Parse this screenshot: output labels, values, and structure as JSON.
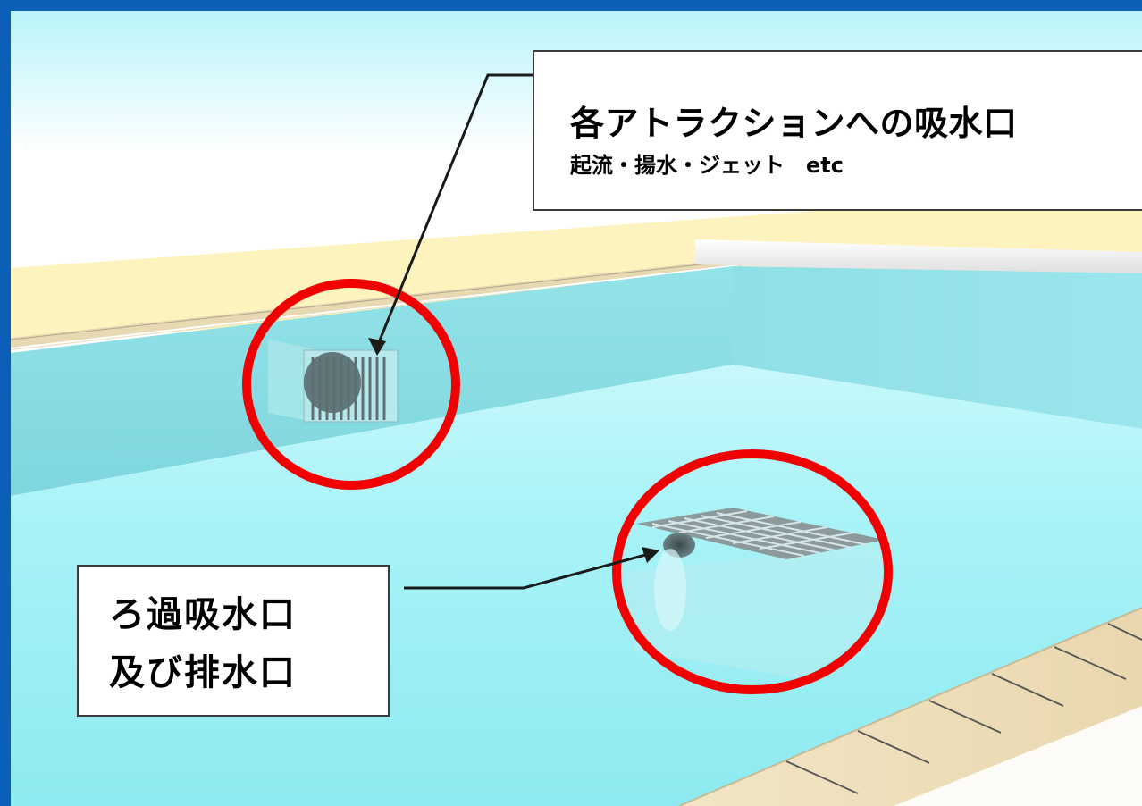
{
  "colors": {
    "frame": "#0b5fb6",
    "wall_top": "#fdf7c8",
    "water": "#a6f4f8",
    "pool_wall": "#86dde4",
    "highlight_ring": "#f00000",
    "callout_border": "#3a3a3a"
  },
  "callouts": {
    "intake": {
      "title": "各アトラクションへの吸水口",
      "subtitle": "起流・揚水・ジェット　etc"
    },
    "filter": {
      "line1": "ろ過吸水口",
      "line2": "及び排水口"
    }
  }
}
